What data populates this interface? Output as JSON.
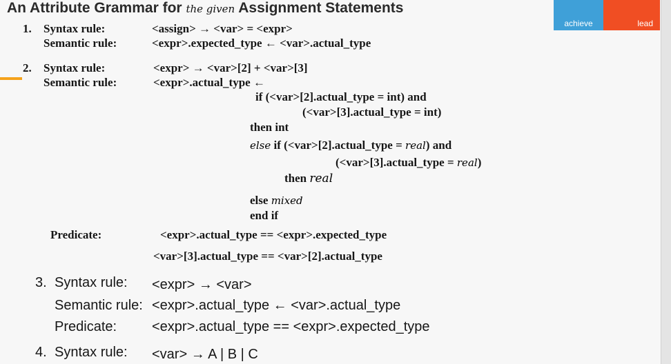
{
  "title": {
    "before": "An Attribute Grammar for",
    "handwritten": "the given",
    "after": "Assignment Statements"
  },
  "logo": {
    "left": "achieve",
    "right": "lead"
  },
  "rule1": {
    "num": "1.",
    "syntax_label": "Syntax rule:",
    "syntax": "<assign> → <var>  =  <expr>",
    "semantic_label": "Semantic rule:",
    "semantic": "<expr>.expected_type ← <var>.actual_type"
  },
  "rule2": {
    "num": "2.",
    "syntax_label": "Syntax rule:",
    "syntax": "<expr> → <var>[2]  +  <var>[3]",
    "semantic_label": "Semantic rule:",
    "semantic": "<expr>.actual_type ←",
    "if_line1": "if (<var>[2].actual_type = int) and",
    "if_line2": "(<var>[3].actual_type = int)",
    "then_int": "then int",
    "else_hw": "else",
    "elseif_line1_a": "if (<var>[2].actual_type =",
    "elseif_line1_hw": "real",
    "elseif_line1_b": ") and",
    "elseif_line2_a": "(<var>[3].actual_type =",
    "elseif_line2_hw": "real",
    "elseif_line2_b": ")",
    "then_label": "then",
    "then_hw": "real",
    "else_label": "else",
    "else_value_hw": "mixed",
    "end_if": "end if",
    "predicate_label": "Predicate:",
    "predicate1": "<expr>.actual_type == <expr>.expected_type",
    "predicate2": "<var>[3].actual_type == <var>[2].actual_type"
  },
  "rule3": {
    "num": "3.",
    "syntax_label": "Syntax rule:",
    "syntax": "<expr> → <var>",
    "semantic_label": "Semantic rule:",
    "semantic": "<expr>.actual_type ← <var>.actual_type",
    "predicate_label": "Predicate:",
    "predicate": "<expr>.actual_type == <expr>.expected_type"
  },
  "rule4": {
    "num": "4.",
    "syntax_label": "Syntax rule:",
    "syntax": "<var> → A  |  B  |  C"
  }
}
